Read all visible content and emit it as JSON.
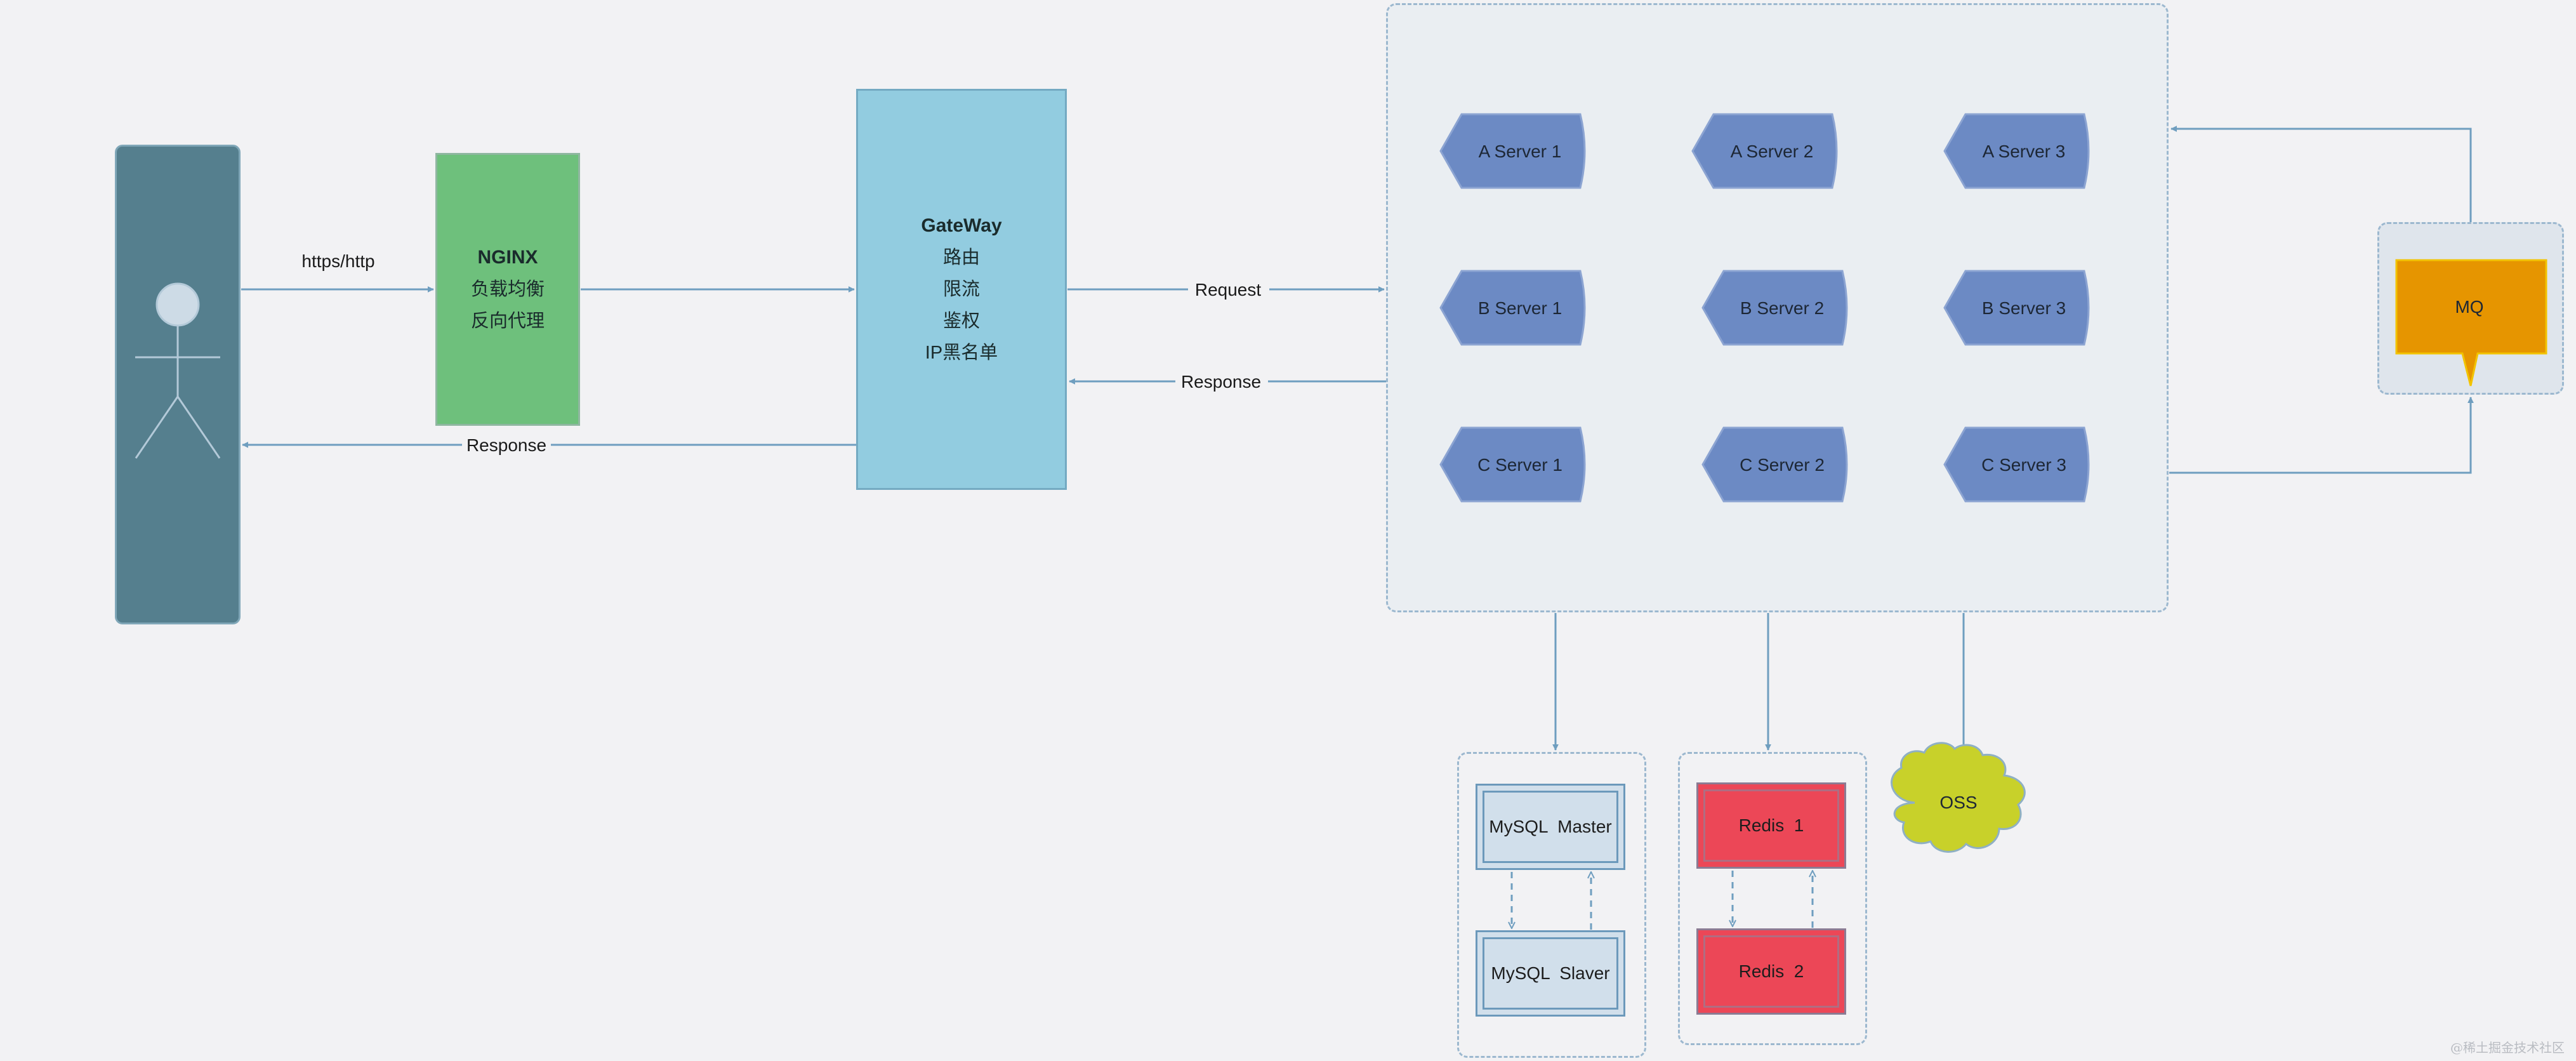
{
  "nodes": {
    "nginx": {
      "title": "NGINX",
      "lines": [
        "负载均衡",
        "反向代理"
      ]
    },
    "gateway": {
      "title": "GateWay",
      "lines": [
        "路由",
        "限流",
        "鉴权",
        "IP黑名单"
      ]
    },
    "mq": {
      "label": "MQ"
    },
    "oss": {
      "label": "OSS"
    }
  },
  "servers": [
    [
      "A Server 1",
      "A Server 2",
      "A Server 3"
    ],
    [
      "B Server 1",
      "B Server 2",
      "B Server 3"
    ],
    [
      "C Server 1",
      "C Server 2",
      "C Server 3"
    ]
  ],
  "databases": {
    "master": "MySQL  Master",
    "slave": "MySQL  Slaver"
  },
  "caches": {
    "redis1": "Redis  1",
    "redis2": "Redis  2"
  },
  "edges": {
    "client_to_nginx": "https/http",
    "gateway_to_cluster": "Request",
    "cluster_to_gateway": "Response",
    "gateway_to_client": "Response"
  },
  "watermark": "@稀土掘金技术社区",
  "colors": {
    "background": "#f2f2f4",
    "client": "#557f8e",
    "nginx": "#6ec07c",
    "gateway": "#92cce0",
    "server": "#6c8ac4",
    "mq": "#e69500",
    "oss": "#c8d12a",
    "redis": "#ec4757",
    "mysql": "#d1dfeb",
    "edge": "#6f9ebf"
  }
}
